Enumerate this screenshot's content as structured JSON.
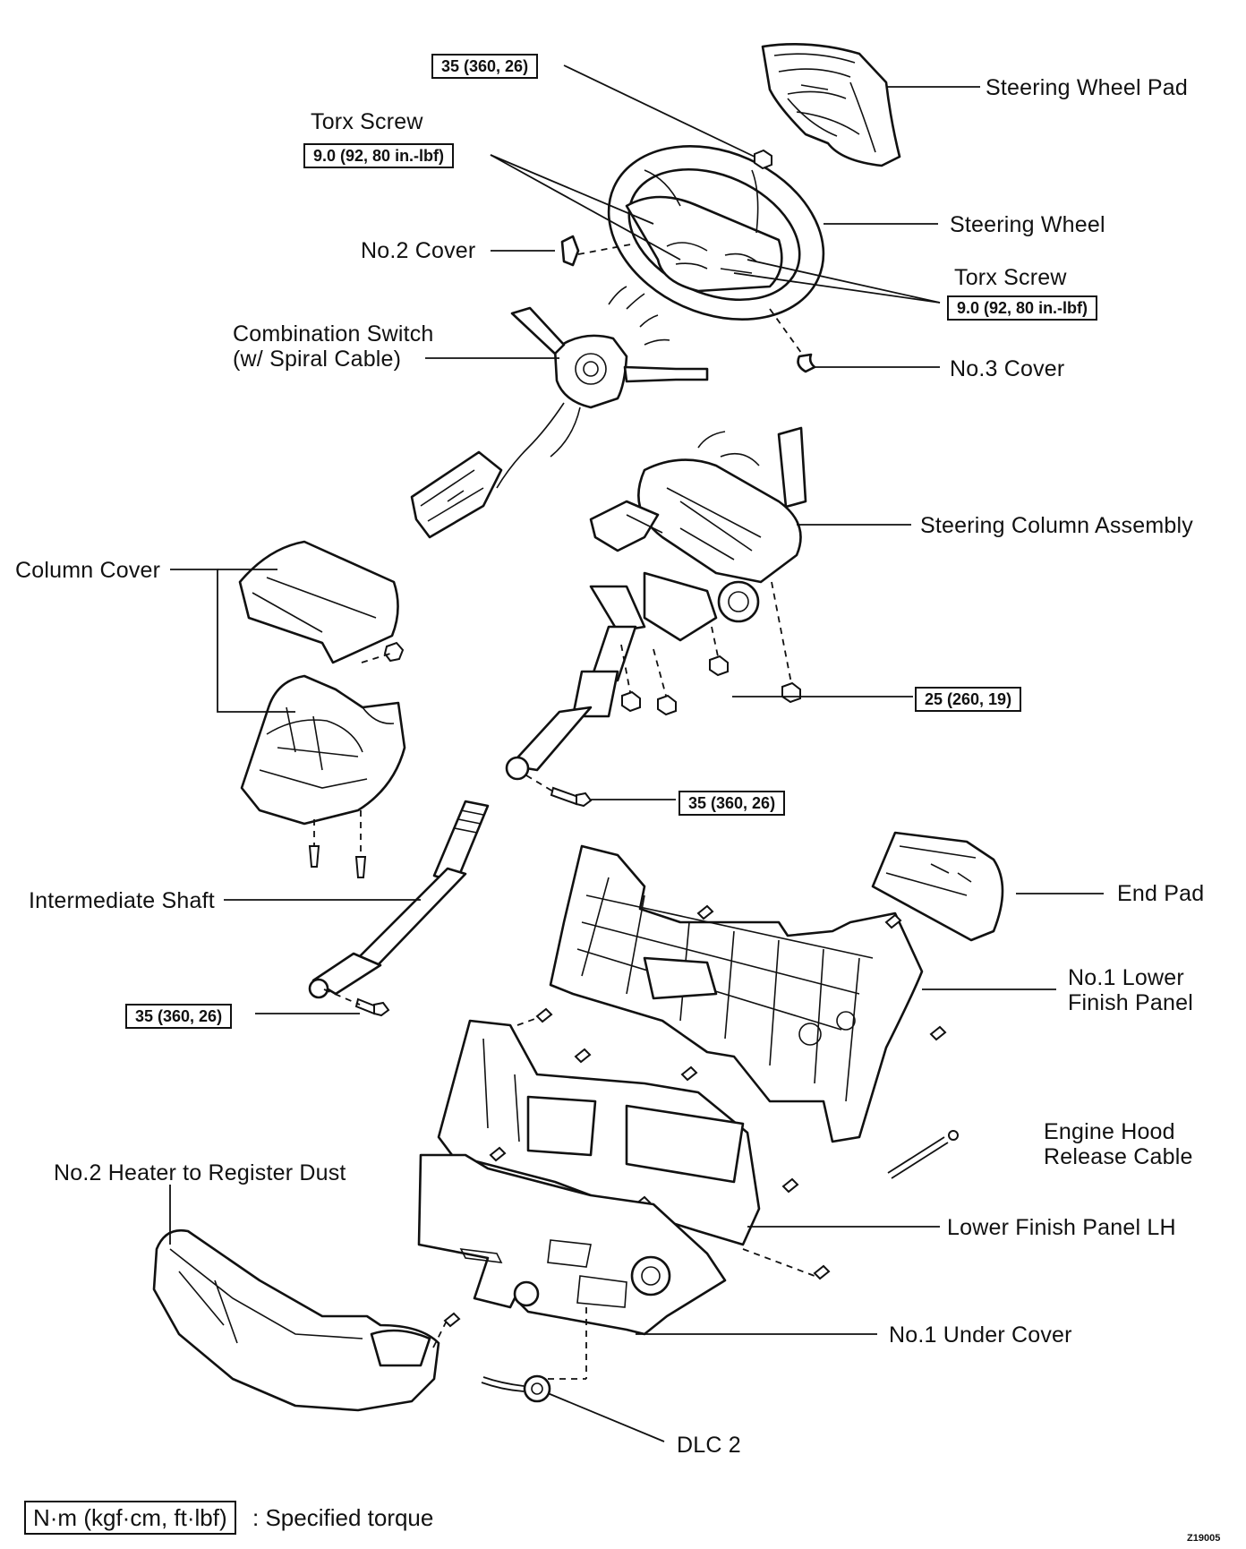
{
  "diagram": {
    "labels": {
      "steering_wheel_pad": "Steering Wheel Pad",
      "torx_screw_left": "Torx Screw",
      "steering_wheel": "Steering Wheel",
      "no2_cover": "No.2 Cover",
      "torx_screw_right": "Torx Screw",
      "combination_switch": "Combination Switch\n(w/ Spiral Cable)",
      "no3_cover": "No.3 Cover",
      "steering_column_assembly": "Steering Column Assembly",
      "column_cover": "Column Cover",
      "intermediate_shaft": "Intermediate Shaft",
      "end_pad": "End Pad",
      "no1_lower_finish_panel": "No.1 Lower\nFinish Panel",
      "engine_hood_release_cable": "Engine Hood\nRelease Cable",
      "no2_heater_to_register_duct": "No.2 Heater to Register Dust",
      "lower_finish_panel_lh": "Lower Finish Panel LH",
      "no1_under_cover": "No.1 Under Cover",
      "dlc2": "DLC 2"
    },
    "torque_specs": {
      "wheel_nut": "35 (360, 26)",
      "torx_left": "9.0 (92, 80 in.-lbf)",
      "torx_right": "9.0 (92, 80 in.-lbf)",
      "column_nut": "25 (260, 19)",
      "column_bolt": "35 (360, 26)",
      "shaft_bolt": "35 (360, 26)"
    },
    "legend": {
      "unit": "N·m (kgf·cm, ft·lbf)",
      "meaning": ": Specified torque"
    },
    "figure_code": "Z19005"
  }
}
